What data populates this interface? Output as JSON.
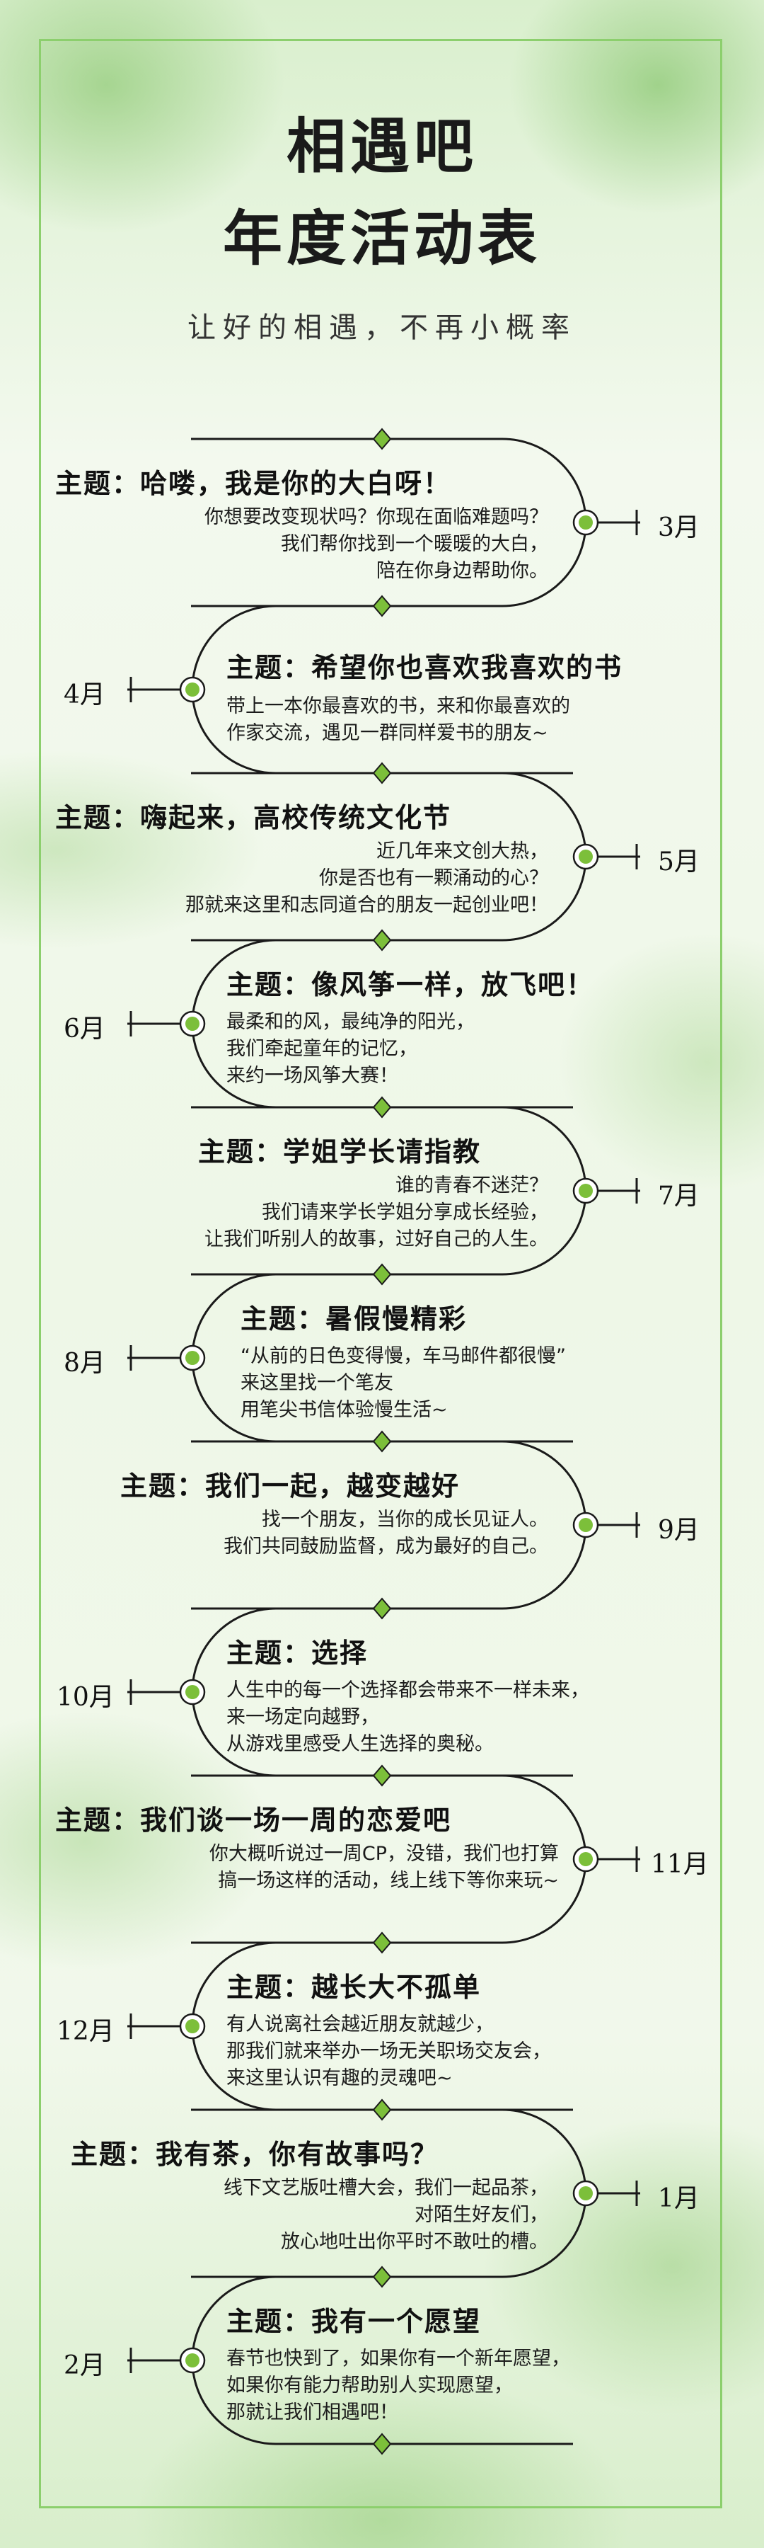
{
  "header": {
    "title_line1": "相遇吧",
    "title_line2": "年度活动表",
    "subtitle": "让好的相遇，不再小概率"
  },
  "colors": {
    "accent": "#8ccf6d",
    "node_fill": "#7cbf3a",
    "line": "#1a1a1a"
  },
  "events": [
    {
      "month": "3月",
      "heading": "主题：哈喽，我是你的大白呀！",
      "lines": [
        "你想要改变现状吗？你现在面临难题吗？",
        "我们帮你找到一个暖暖的大白，",
        "陪在你身边帮助你。"
      ]
    },
    {
      "month": "4月",
      "heading": "主题：希望你也喜欢我喜欢的书",
      "lines": [
        "带上一本你最喜欢的书，来和你最喜欢的",
        "作家交流，遇见一群同样爱书的朋友~"
      ]
    },
    {
      "month": "5月",
      "heading": "主题：嗨起来，高校传统文化节",
      "lines": [
        "近几年来文创大热，",
        "你是否也有一颗涌动的心？",
        "那就来这里和志同道合的朋友一起创业吧！"
      ]
    },
    {
      "month": "6月",
      "heading": "主题：像风筝一样，放飞吧！",
      "lines": [
        "最柔和的风，最纯净的阳光，",
        "我们牵起童年的记忆，",
        "来约一场风筝大赛！"
      ]
    },
    {
      "month": "7月",
      "heading": "主题：学姐学长请指教",
      "lines": [
        "谁的青春不迷茫？",
        "我们请来学长学姐分享成长经验，",
        "让我们听别人的故事，过好自己的人生。"
      ]
    },
    {
      "month": "8月",
      "heading": "主题：暑假慢精彩",
      "lines": [
        "“从前的日色变得慢，车马邮件都很慢”",
        "来这里找一个笔友",
        "用笔尖书信体验慢生活~"
      ]
    },
    {
      "month": "9月",
      "heading": "主题：我们一起，越变越好",
      "lines": [
        "找一个朋友，当你的成长见证人。",
        "我们共同鼓励监督，成为最好的自己。"
      ]
    },
    {
      "month": "10月",
      "heading": "主题：选择",
      "lines": [
        "人生中的每一个选择都会带来不一样未来，",
        "来一场定向越野，",
        "从游戏里感受人生选择的奥秘。"
      ]
    },
    {
      "month": "11月",
      "heading": "主题：我们谈一场一周的恋爱吧",
      "lines": [
        "你大概听说过一周CP，没错，我们也打算",
        "搞一场这样的活动，线上线下等你来玩~"
      ]
    },
    {
      "month": "12月",
      "heading": "主题：越长大不孤单",
      "lines": [
        "有人说离社会越近朋友就越少，",
        "那我们就来举办一场无关职场交友会，",
        "来这里认识有趣的灵魂吧~"
      ]
    },
    {
      "month": "1月",
      "heading": "主题：我有茶，你有故事吗？",
      "lines": [
        "线下文艺版吐槽大会，我们一起品茶，",
        "对陌生好友们，",
        "放心地吐出你平时不敢吐的槽。"
      ]
    },
    {
      "month": "2月",
      "heading": "主题：我有一个愿望",
      "lines": [
        "春节也快到了，如果你有一个新年愿望，",
        "如果你有能力帮助别人实现愿望，",
        "那就让我们相遇吧！"
      ]
    }
  ]
}
